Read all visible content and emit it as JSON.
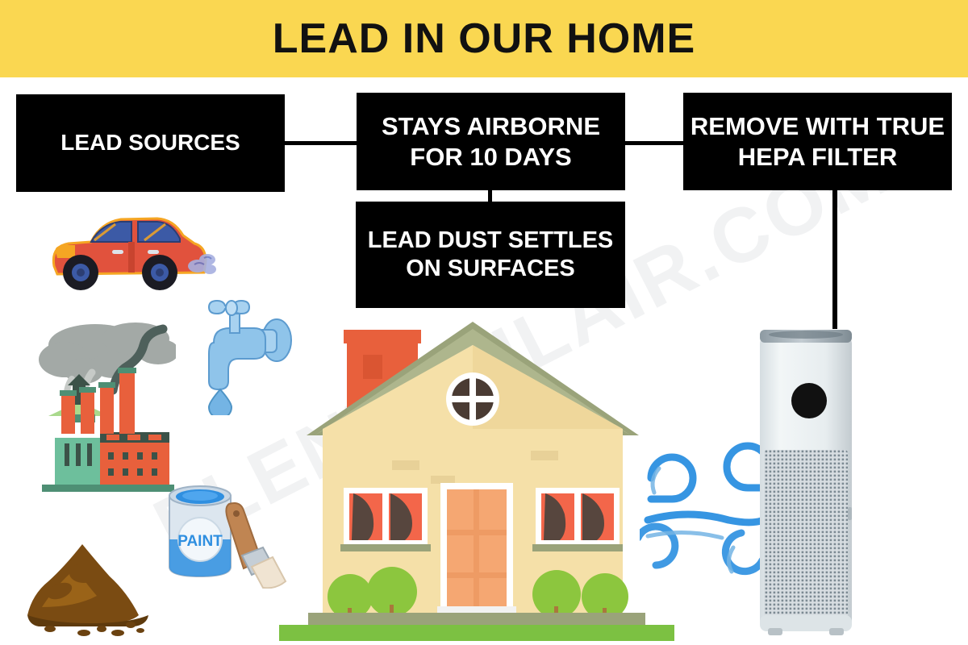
{
  "banner": {
    "title": "LEAD IN OUR HOME",
    "background_color": "#FAD751",
    "text_color": "#111111"
  },
  "watermark": {
    "text": "PLENTIFULAIR.COM"
  },
  "boxes": [
    {
      "id": "sources",
      "label": "LEAD SOURCES",
      "background_color": "#000000",
      "text_color": "#FFFFFF"
    },
    {
      "id": "airborne",
      "label": "STAYS AIRBORNE FOR 10 DAYS",
      "background_color": "#000000",
      "text_color": "#FFFFFF"
    },
    {
      "id": "remove",
      "label": "REMOVE WITH TRUE HEPA FILTER",
      "background_color": "#000000",
      "text_color": "#FFFFFF"
    },
    {
      "id": "dust",
      "label": "LEAD DUST SETTLES ON SURFACES",
      "background_color": "#000000",
      "text_color": "#FFFFFF"
    }
  ],
  "illustrations": {
    "car": {
      "name": "car",
      "body_color": "#E1523D",
      "window_color": "#3C5AA6",
      "accent_color": "#F5A623"
    },
    "factory": {
      "name": "factory",
      "building_color": "#E8603C",
      "annex_color": "#6DBF9C",
      "smoke_color": "#9E9E9E"
    },
    "faucet": {
      "name": "water-faucet",
      "color": "#8FC4EA",
      "drop_color": "#74B4E4"
    },
    "paint": {
      "name": "paint-can",
      "label": "PAINT",
      "paint_color": "#2F8FE0",
      "brush_color": "#C08552"
    },
    "soil": {
      "name": "soil-pile",
      "color": "#7A4B12"
    },
    "house": {
      "name": "house",
      "wall_color": "#F5E0A8",
      "roof_color": "#9AA37A",
      "chimney_color": "#E8603C",
      "door_color": "#F5A772",
      "window_curtain_color": "#F3664A",
      "grass_color": "#7CC142",
      "bush_color": "#8CC63E"
    },
    "airflow": {
      "name": "airflow-swirls",
      "color": "#2B8FE0"
    },
    "purifier": {
      "name": "air-purifier",
      "body_color": "#E8EDEF",
      "grille_color": "#C9D0D4",
      "display_color": "#111111"
    }
  }
}
